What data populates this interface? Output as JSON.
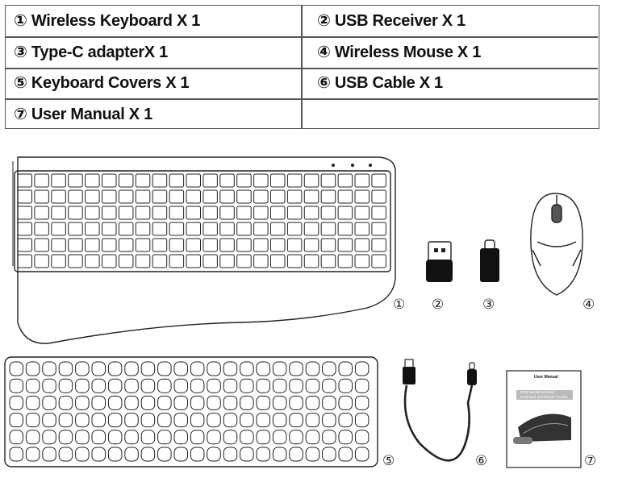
{
  "items": [
    {
      "label": "① Wireless Keyboard X 1"
    },
    {
      "label": "② USB Receiver X 1"
    },
    {
      "label": "③ Type-C adapterX 1"
    },
    {
      "label": "④ Wireless Mouse X 1"
    },
    {
      "label": "⑤ Keyboard Covers X 1"
    },
    {
      "label": "⑥ USB Cable X 1"
    },
    {
      "label": "⑦ User Manual X 1"
    }
  ],
  "callouts": {
    "n1": "①",
    "n2": "②",
    "n3": "③",
    "n4": "④",
    "n5": "⑤",
    "n6": "⑥",
    "n7": "⑦"
  },
  "manual": {
    "title": "User Manual",
    "subtitle_line1": "RGB Backlit Wireless",
    "subtitle_line2": "Keyboard and Mouse Combo"
  }
}
